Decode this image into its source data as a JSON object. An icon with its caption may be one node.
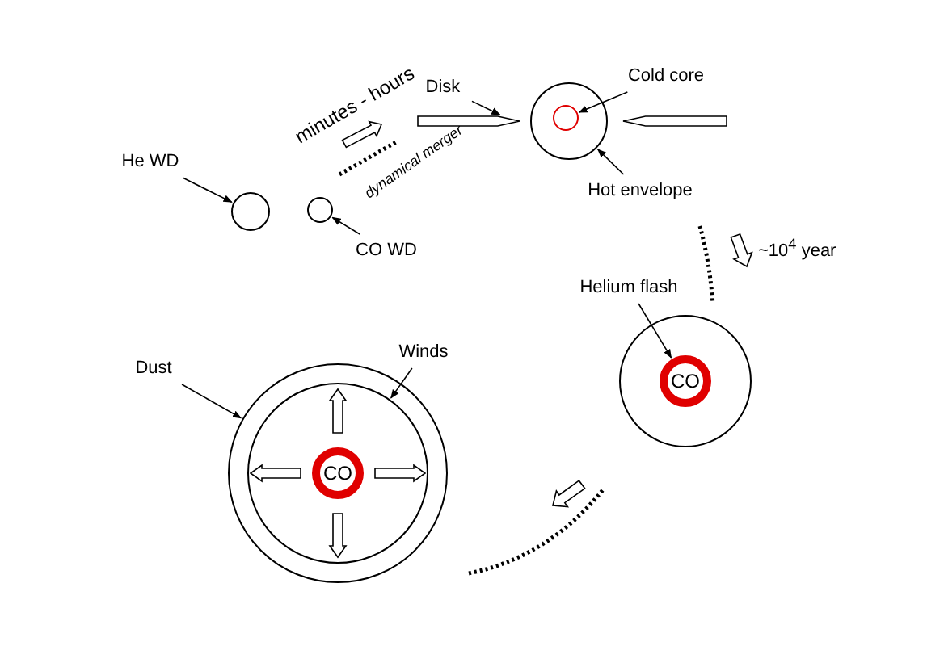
{
  "diagram": {
    "nodes": [
      {
        "text": [
          "Disk"
        ]
      },
      {
        "text": [
          "Cold core"
        ]
      },
      {
        "text": [],
        "shape": "wedge"
      },
      {
        "text": [],
        "shape": "circle"
      },
      {
        "text": [],
        "shape": "circle",
        "in": 3
      },
      {
        "text": [],
        "shape": "wedge"
      },
      {
        "text": [
          "He WD"
        ]
      },
      {
        "text": [],
        "shape": "circle"
      },
      {
        "text": [],
        "shape": "circle"
      },
      {
        "text": [
          "CO WD"
        ]
      },
      {
        "text": [
          "Hot envelope"
        ]
      },
      {
        "text": [
          "Helium flash"
        ]
      },
      {
        "text": [],
        "shape": "circle"
      },
      {
        "text": [
          "CO"
        ],
        "in": 12
      },
      {
        "text": [
          "Dust"
        ]
      },
      {
        "text": [
          "Winds"
        ]
      },
      {
        "text": [],
        "shape": "circle"
      },
      {
        "text": [],
        "shape": "circle",
        "in": 16
      },
      {
        "text": [
          "CO"
        ],
        "in": 17
      }
    ],
    "edges": [
      {
        "from": 0,
        "to": 2,
        "arrow": "to"
      },
      {
        "from": 1,
        "to": 4,
        "arrow": "to"
      },
      {
        "from": 6,
        "to": 7,
        "arrow": "to"
      },
      {
        "from": 9,
        "to": 8,
        "arrow": "to"
      },
      {
        "from": 10,
        "to": 3,
        "arrow": "to"
      },
      {
        "from": 11,
        "to": 13,
        "arrow": "to"
      },
      {
        "from": 14,
        "to": 16,
        "arrow": "to"
      },
      {
        "from": 15,
        "to": 17,
        "arrow": "to"
      }
    ],
    "labels": [
      "minutes - hours",
      "dynamical merger",
      "~10$^{4}$ year"
    ]
  }
}
